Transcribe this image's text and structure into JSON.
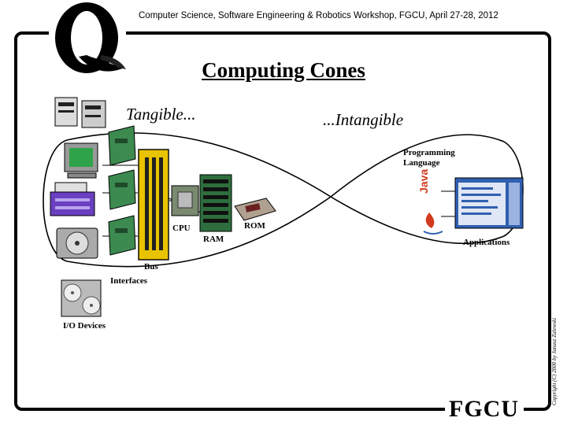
{
  "header": {
    "text": "Computer Science, Software Engineering & Robotics Workshop, FGCU, April 27-28, 2012"
  },
  "slide": {
    "title": "Computing Cones",
    "left_heading": "Tangible...",
    "right_heading": "...Intangible",
    "copyright": "Copyright (C) 2000 by Janusz Zalewski",
    "footer_logo": "FGCU"
  },
  "labels": {
    "programming_language": [
      "Programming",
      "Language"
    ],
    "applications": "Applications",
    "java": "Java",
    "cpu": "CPU",
    "ram": "RAM",
    "rom": "ROM",
    "bus": "Bus",
    "interfaces": "Interfaces",
    "io_devices": "I/O Devices"
  },
  "icons": {
    "top_logo": "q-eagle-logo-icon",
    "computers": "desktop-computers-icon",
    "monitor": "monitor-icon",
    "printer": "printer-icon",
    "disk": "hard-disk-icon",
    "cd": "cd-drive-icon",
    "card": "interface-card-icon",
    "motherboard": "bus-board-icon",
    "cpu": "cpu-chip-icon",
    "ram": "ram-module-icon",
    "rom": "rom-chip-icon",
    "java": "java-logo-icon",
    "app": "application-window-icon"
  },
  "colors": {
    "bus_board": "#e8c400",
    "board_green": "#3c8a50",
    "app_blue": "#2f5fb0",
    "java_red": "#d23a1e"
  }
}
